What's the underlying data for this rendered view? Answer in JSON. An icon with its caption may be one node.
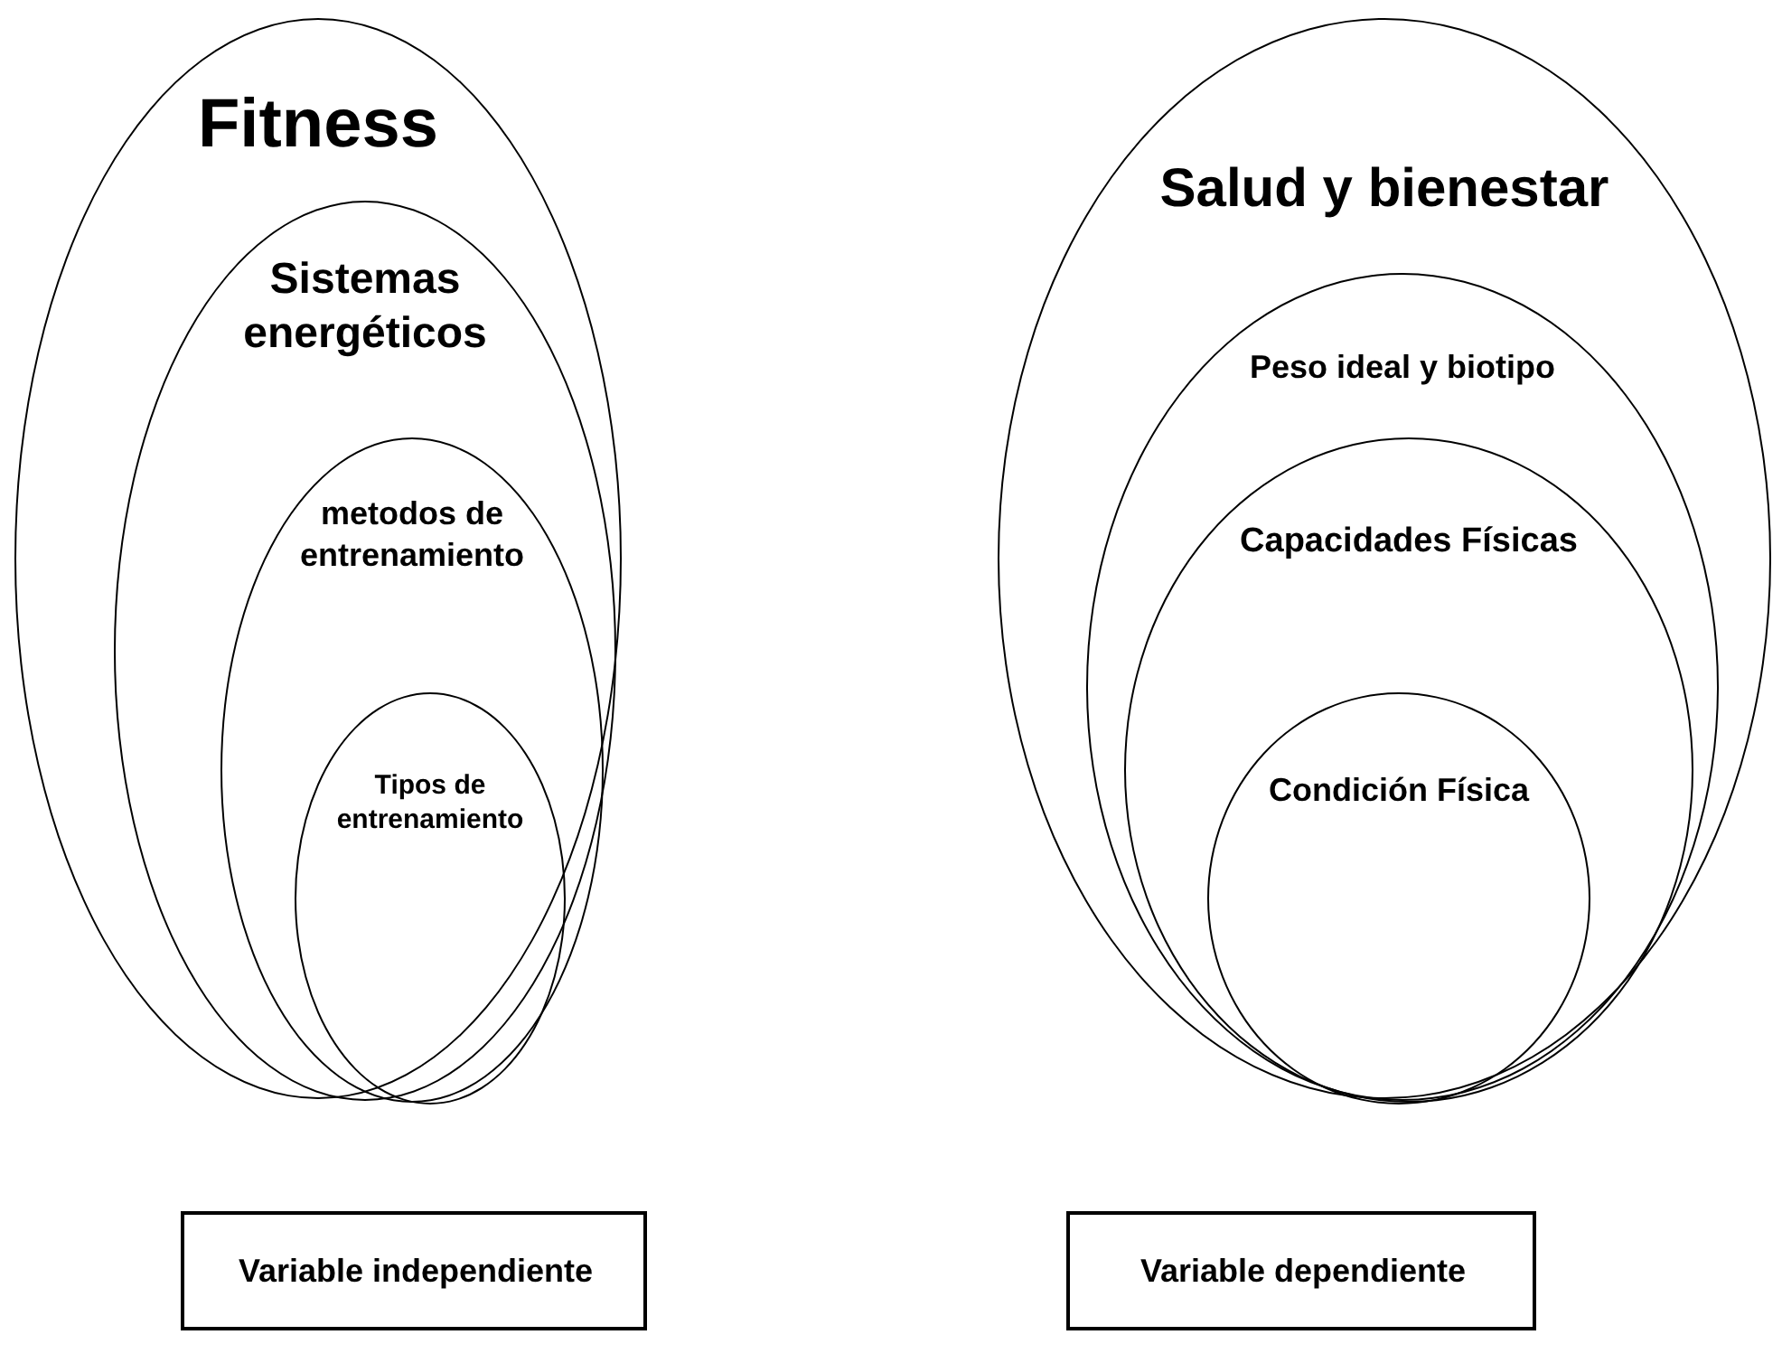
{
  "diagram": {
    "nodes": [
      {
        "text": [
          "Fitness"
        ]
      },
      {
        "text": [
          "Sistemas energéticos"
        ],
        "in": 0
      },
      {
        "text": [
          "metodos de entrenamiento"
        ],
        "in": 1
      },
      {
        "text": [
          "Tipos de entrenamiento"
        ],
        "in": 2
      },
      {
        "text": [
          "Salud y bienestar"
        ]
      },
      {
        "text": [
          "Peso ideal y biotipo"
        ],
        "in": 4
      },
      {
        "text": [
          "Capacidades Físicas"
        ],
        "in": 5
      },
      {
        "text": [
          "Condición Física"
        ],
        "in": 6
      },
      {
        "text": [
          "Variable independiente"
        ]
      },
      {
        "text": [
          "Variable dependiente"
        ]
      }
    ]
  }
}
